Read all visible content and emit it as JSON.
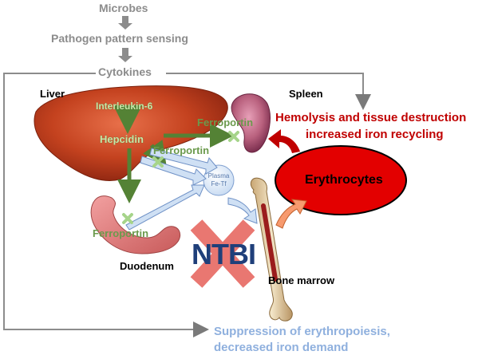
{
  "labels": {
    "microbes": "Microbes",
    "pathogen_sensing": "Pathogen pattern sensing",
    "cytokines": "Cytokines",
    "liver": "Liver",
    "interleukin": "Interleukin-6",
    "hepcidin": "Hepcidin",
    "spleen": "Spleen",
    "ferroportin_spleen": "Ferroportin",
    "ferroportin_liver": "Ferroportin",
    "ferroportin_duodenum": "Ferroportin",
    "plasma_line1": "Plasma",
    "plasma_line2": "Fe-Tf",
    "duodenum": "Duodenum",
    "bone_marrow": "Bone marrow",
    "ntbi": "NTBI",
    "erythrocytes": "Erythrocytes",
    "hemolysis_line1": "Hemolysis and tissue destruction",
    "hemolysis_line2": "increased iron recycling",
    "suppression_line1": "Suppression of erythropoiesis,",
    "suppression_line2": "decreased iron demand"
  },
  "colors": {
    "gray_text": "#8c8c8c",
    "green_arrow": "#548235",
    "red_text": "#c00000",
    "erythrocyte_fill": "#e30000",
    "blue_text": "#8fb0de",
    "ntbi_blue": "#1f3f7a",
    "cross_red": "#e8706a"
  }
}
